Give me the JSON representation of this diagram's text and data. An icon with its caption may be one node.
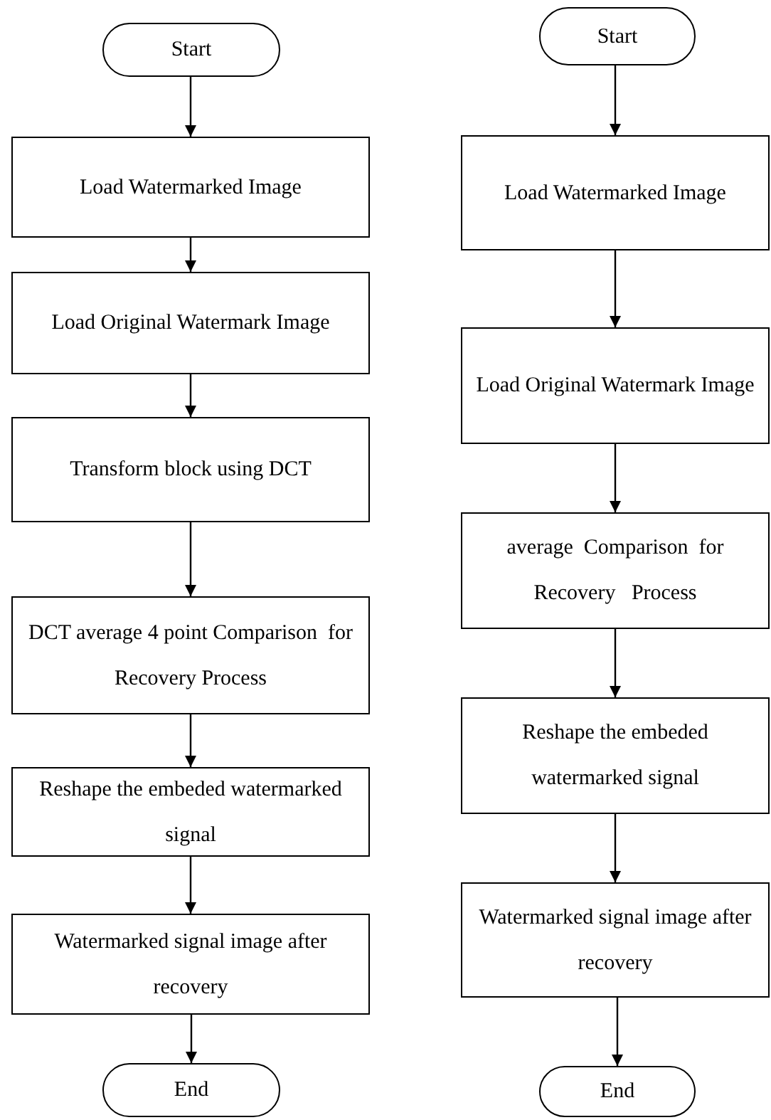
{
  "diagram": {
    "nodes": [
      {
        "text": [
          "Start"
        ]
      },
      {
        "text": [
          "Load Watermarked Image"
        ]
      },
      {
        "text": [
          "Load Original Watermark Image"
        ]
      },
      {
        "text": [
          "Transform block using DCT"
        ]
      },
      {
        "text": [
          "DCT average 4 point Comparison  for Recovery Process"
        ]
      },
      {
        "text": [
          "Reshape the embeded watermarked signal"
        ]
      },
      {
        "text": [
          "Watermarked signal image after recovery"
        ]
      },
      {
        "text": [
          "End"
        ]
      },
      {
        "text": [
          "Start"
        ]
      },
      {
        "text": [
          "Load Watermarked Image"
        ]
      },
      {
        "text": [
          "Load Original Watermark Image"
        ]
      },
      {
        "text": [
          "average  Comparison  for Recovery   Process"
        ]
      },
      {
        "text": [
          "Reshape the embeded watermarked signal"
        ]
      },
      {
        "text": [
          "Watermarked signal image after recovery"
        ]
      },
      {
        "text": [
          "End"
        ]
      }
    ],
    "edges": [
      {
        "from": 0,
        "to": 1,
        "arrow": "to"
      },
      {
        "from": 1,
        "to": 2,
        "arrow": "to"
      },
      {
        "from": 2,
        "to": 3,
        "arrow": "to"
      },
      {
        "from": 3,
        "to": 4,
        "arrow": "to"
      },
      {
        "from": 4,
        "to": 5,
        "arrow": "to"
      },
      {
        "from": 5,
        "to": 6,
        "arrow": "to"
      },
      {
        "from": 6,
        "to": 7,
        "arrow": "to"
      },
      {
        "from": 8,
        "to": 9,
        "arrow": "to"
      },
      {
        "from": 9,
        "to": 10,
        "arrow": "to"
      },
      {
        "from": 10,
        "to": 11,
        "arrow": "to"
      },
      {
        "from": 11,
        "to": 12,
        "arrow": "to"
      },
      {
        "from": 12,
        "to": 13,
        "arrow": "to"
      },
      {
        "from": 13,
        "to": 14,
        "arrow": "to"
      }
    ]
  }
}
